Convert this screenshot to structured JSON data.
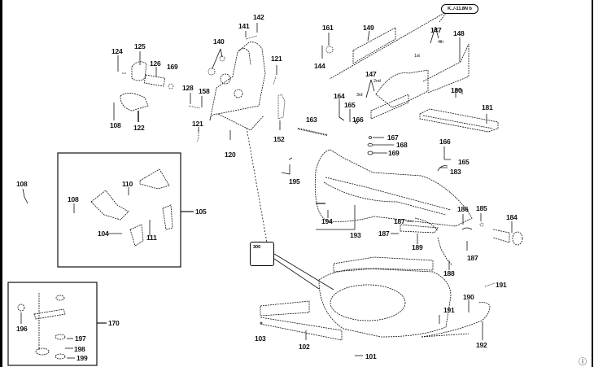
{
  "diagram": {
    "type": "exploded-parts-diagram",
    "subject": "miter saw parts breakdown",
    "header_pill_label": "K../-11.8N b",
    "detail_inset_label": "300",
    "corner_symbol": "ⓘ",
    "groups": [
      {
        "id": "105",
        "label": "105",
        "contains": [
          "108",
          "110",
          "104",
          "111"
        ]
      },
      {
        "id": "170",
        "label": "170",
        "contains": [
          "196",
          "197",
          "198",
          "199"
        ]
      }
    ],
    "labels": {
      "l142": "142",
      "l141": "141",
      "l140": "140",
      "l121a": "121",
      "l124": "124",
      "l125": "125",
      "l126": "126",
      "l169a": "169",
      "l128": "128",
      "l158": "158",
      "l108a": "108",
      "l122": "122",
      "l121b": "121",
      "l120": "120",
      "l152": "152",
      "l161": "161",
      "l144": "144",
      "l149": "149",
      "l147a": "147",
      "l147b": "147",
      "l148": "148",
      "l147c1": "1st",
      "l147c2": "4th",
      "l147c3": "2nd",
      "l147c4": "3rd",
      "l164": "164",
      "l165a": "165",
      "l166a": "166",
      "l163": "163",
      "l180": "180",
      "l181": "181",
      "l167": "167",
      "l168": "168",
      "l169b": "169",
      "l166b": "166",
      "l165b": "165",
      "l183": "183",
      "l195": "195",
      "l108b": "108",
      "l110": "110",
      "l108c": "108",
      "l105": "105",
      "l104": "104",
      "l111": "111",
      "l194": "194",
      "l193": "193",
      "l187a": "187",
      "l187b": "187",
      "l189": "189",
      "l186": "186",
      "l185": "185",
      "l184": "184",
      "l187c": "187",
      "l188": "188",
      "l196": "196",
      "l170": "170",
      "l197": "197",
      "l198": "198",
      "l199": "199",
      "l103": "103",
      "l102": "102",
      "l101": "101",
      "l191a": "191",
      "l190": "190",
      "l191b": "191",
      "l192": "192"
    }
  }
}
